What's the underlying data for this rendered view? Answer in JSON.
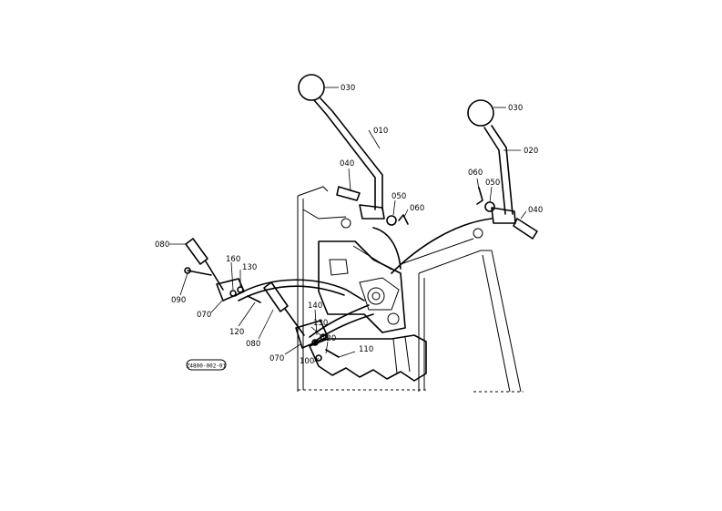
{
  "diagram": {
    "callouts": {
      "c030a": "030",
      "c010": "010",
      "c040a": "040",
      "c050a": "050",
      "c060a": "060",
      "c030b": "030",
      "c020": "020",
      "c060b": "060",
      "c050b": "050",
      "c040b": "040",
      "c080a": "080",
      "c160a": "160",
      "c130a": "130",
      "c090": "090",
      "c070a": "070",
      "c120a": "120",
      "c080b": "080",
      "c140": "140",
      "c130b": "130",
      "c070b": "070",
      "c120b": "120",
      "c100": "100",
      "c110": "110"
    },
    "stamp": "Z4800-002-01"
  }
}
